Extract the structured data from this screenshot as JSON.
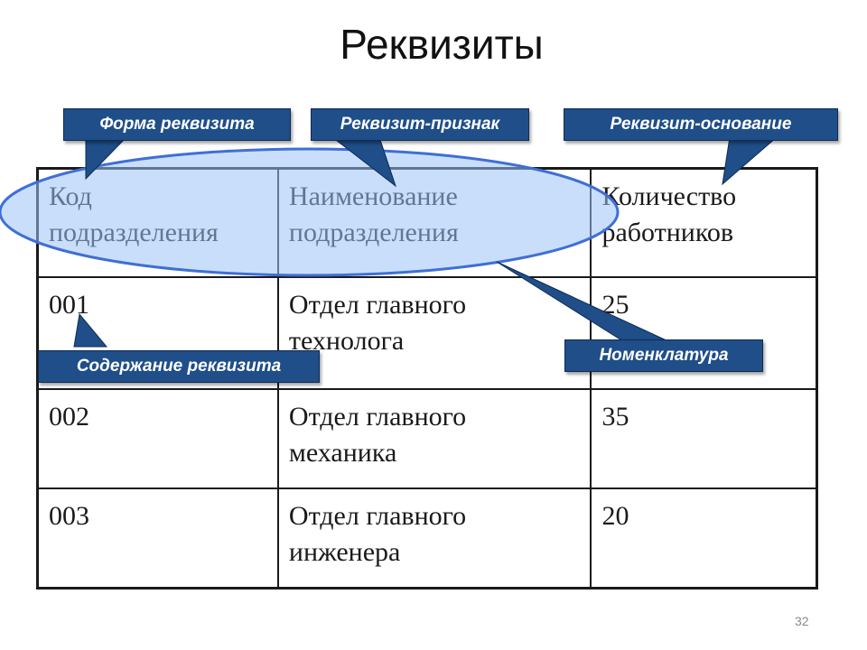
{
  "title": "Реквизиты",
  "callouts": {
    "form": "Форма реквизита",
    "sign": "Реквизит-признак",
    "base": "Реквизит-основание",
    "content": "Содержание реквизита",
    "nomenclature": "Номенклатура"
  },
  "table": {
    "headers": [
      "Код\nподразделения",
      "Наименование\nподразделения",
      "Количество\nработников"
    ],
    "rows": [
      [
        "001",
        "Отдел главного\nтехнолога",
        "25"
      ],
      [
        "002",
        "Отдел главного\nмеханика",
        "35"
      ],
      [
        "003",
        "Отдел главного\nинженера",
        "20"
      ]
    ]
  },
  "slide_number": "32",
  "colors": {
    "callout": "#1f4e89",
    "highlight_fill": "#9cc3f5",
    "highlight_stroke": "#3f6fd6"
  }
}
